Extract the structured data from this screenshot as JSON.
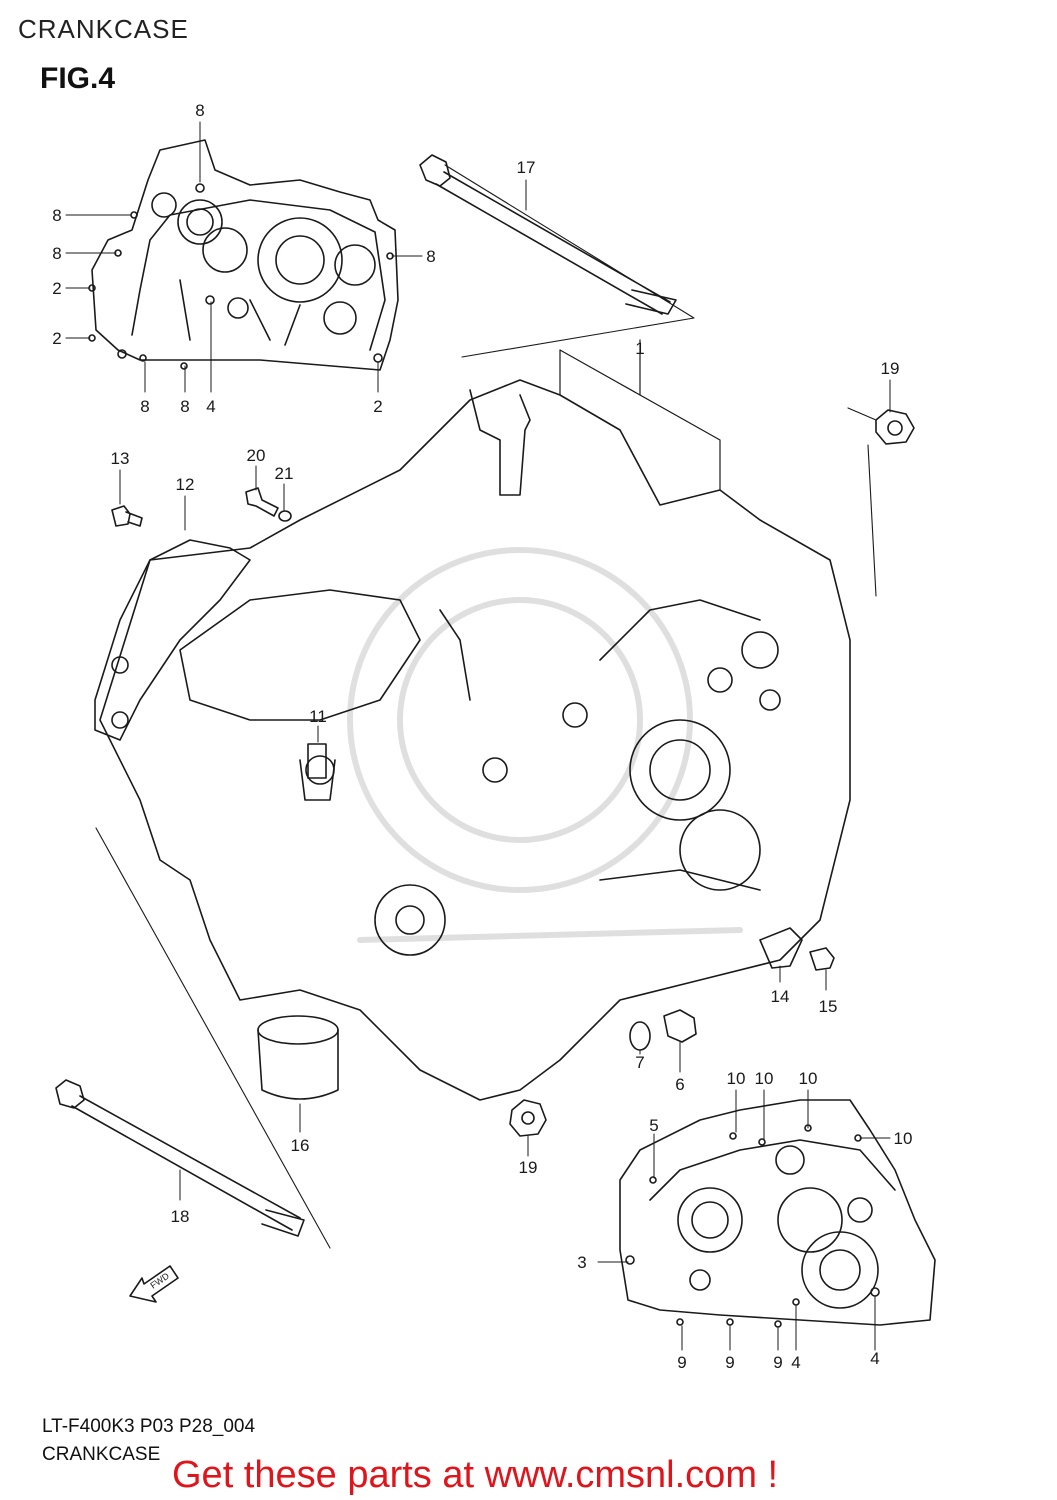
{
  "header": {
    "section_title": "CRANKCASE",
    "figure_label": "FIG.4"
  },
  "callouts": [
    {
      "id": "c8a",
      "label": "8"
    },
    {
      "id": "c8b",
      "label": "8"
    },
    {
      "id": "c8c",
      "label": "8"
    },
    {
      "id": "c8d",
      "label": "8"
    },
    {
      "id": "c8e",
      "label": "8"
    },
    {
      "id": "c8f",
      "label": "8"
    },
    {
      "id": "c2a",
      "label": "2"
    },
    {
      "id": "c2b",
      "label": "2"
    },
    {
      "id": "c2c",
      "label": "2"
    },
    {
      "id": "c4a",
      "label": "4"
    },
    {
      "id": "c17",
      "label": "17"
    },
    {
      "id": "c1",
      "label": "1"
    },
    {
      "id": "c19a",
      "label": "19"
    },
    {
      "id": "c13",
      "label": "13"
    },
    {
      "id": "c12",
      "label": "12"
    },
    {
      "id": "c20",
      "label": "20"
    },
    {
      "id": "c21",
      "label": "21"
    },
    {
      "id": "c11",
      "label": "11"
    },
    {
      "id": "c14",
      "label": "14"
    },
    {
      "id": "c15",
      "label": "15"
    },
    {
      "id": "c7",
      "label": "7"
    },
    {
      "id": "c6",
      "label": "6"
    },
    {
      "id": "c16",
      "label": "16"
    },
    {
      "id": "c19b",
      "label": "19"
    },
    {
      "id": "c18",
      "label": "18"
    },
    {
      "id": "c10a",
      "label": "10"
    },
    {
      "id": "c10b",
      "label": "10"
    },
    {
      "id": "c10c",
      "label": "10"
    },
    {
      "id": "c10d",
      "label": "10"
    },
    {
      "id": "c5",
      "label": "5"
    },
    {
      "id": "c3",
      "label": "3"
    },
    {
      "id": "c9a",
      "label": "9"
    },
    {
      "id": "c9b",
      "label": "9"
    },
    {
      "id": "c9c",
      "label": "9"
    },
    {
      "id": "c4b",
      "label": "4"
    },
    {
      "id": "c4c",
      "label": "4"
    }
  ],
  "direction_marker": {
    "label": "FWD",
    "icon": "forward-arrow-icon"
  },
  "footer": {
    "diagram_code": "LT-F400K3 P03 P28_004",
    "caption": "CRANKCASE",
    "promo_text": "Get these parts at www.cmsnl.com !"
  },
  "colors": {
    "line": "#1a1a1a",
    "promo": "#e0141b",
    "watermark": "#d8d8d8"
  }
}
